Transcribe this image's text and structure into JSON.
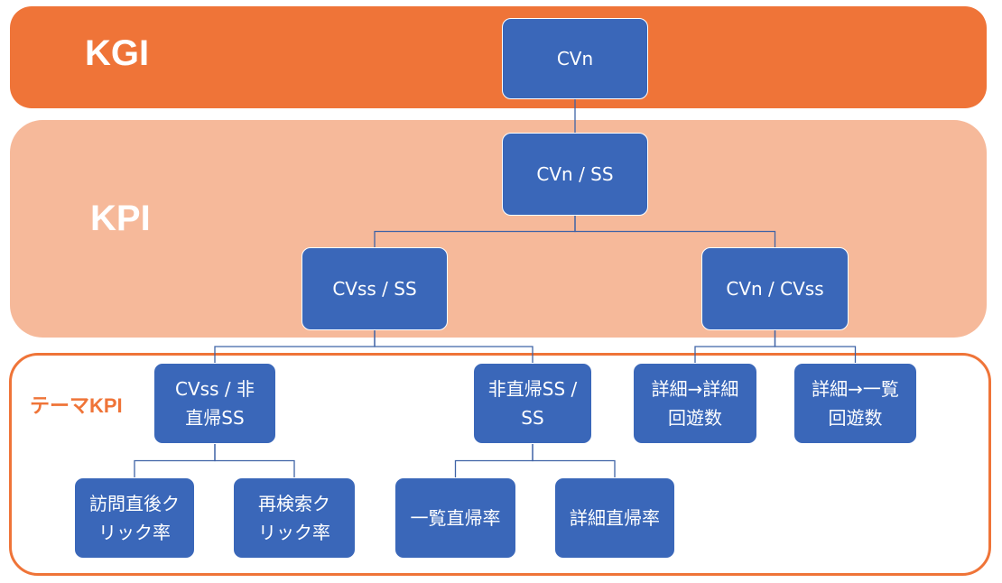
{
  "bands": {
    "kgi": {
      "label": "KGI",
      "color": "#ef7438"
    },
    "kpi": {
      "label": "KPI",
      "color": "#f6b99a"
    },
    "theme": {
      "label": "テーマKPI",
      "color": "#ef7438"
    }
  },
  "node_color": "#3a67b9",
  "nodes": {
    "cvn": "CVn",
    "cvn_ss": "CVn / SS",
    "cvss_ss": "CVss / SS",
    "cvn_cvss": "CVn / CVss",
    "cvss_nonbounce": "CVss / 非\n直帰SS",
    "nonbounce_ss": "非直帰SS /\nSS",
    "detail_detail": "詳細→詳細\n回遊数",
    "detail_list": "詳細→一覧\n回遊数",
    "visit_click": "訪問直後ク\nリック率",
    "research_click": "再検索ク\nリック率",
    "list_bounce": "一覧直帰率",
    "detail_bounce": "詳細直帰率"
  },
  "edges": [
    [
      "cvn",
      "cvn_ss"
    ],
    [
      "cvn_ss",
      "cvss_ss"
    ],
    [
      "cvn_ss",
      "cvn_cvss"
    ],
    [
      "cvss_ss",
      "cvss_nonbounce"
    ],
    [
      "cvss_ss",
      "nonbounce_ss"
    ],
    [
      "cvn_cvss",
      "detail_detail"
    ],
    [
      "cvn_cvss",
      "detail_list"
    ],
    [
      "cvss_nonbounce",
      "visit_click"
    ],
    [
      "cvss_nonbounce",
      "research_click"
    ],
    [
      "nonbounce_ss",
      "list_bounce"
    ],
    [
      "nonbounce_ss",
      "detail_bounce"
    ]
  ]
}
